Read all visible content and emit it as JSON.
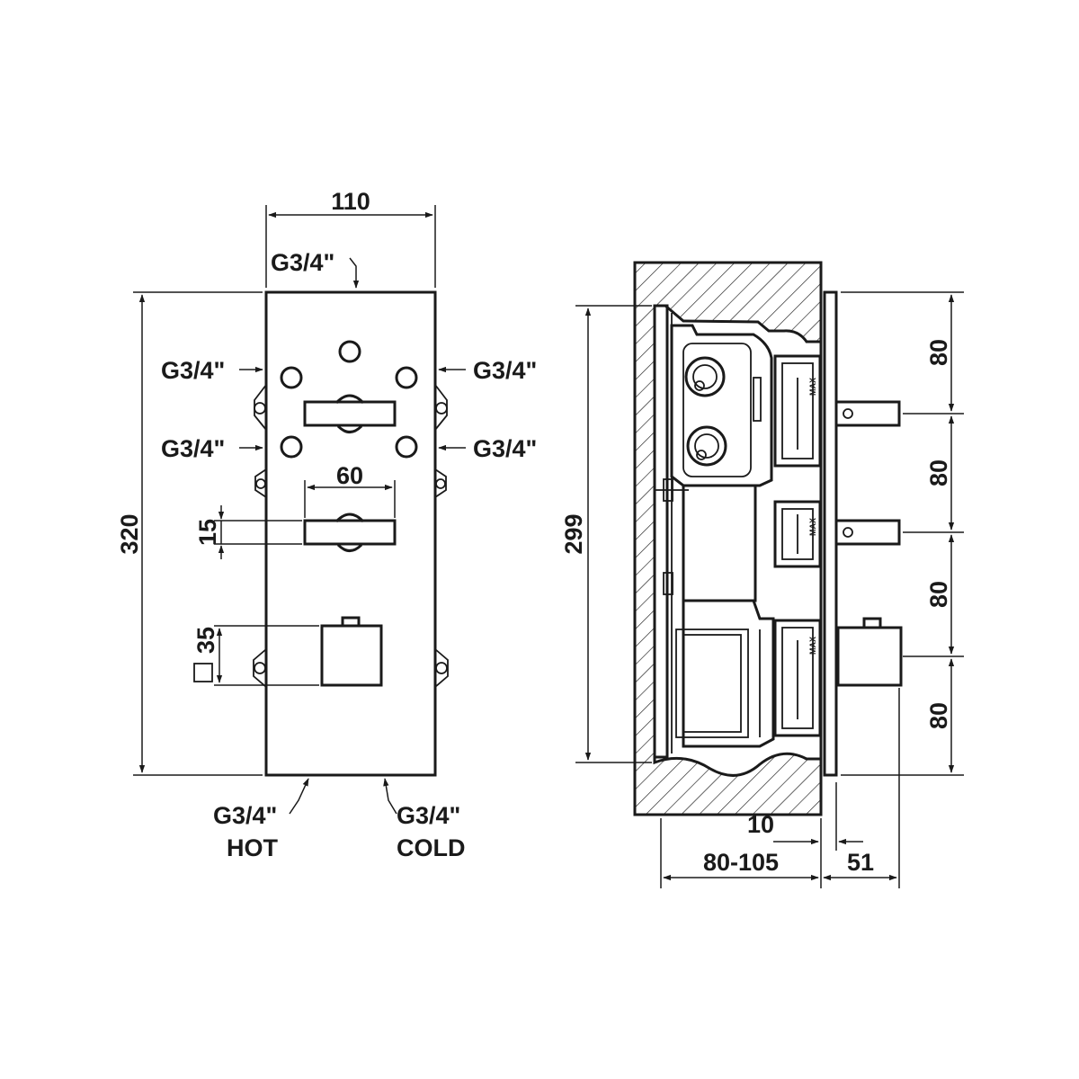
{
  "front_view": {
    "width_dim": "110",
    "height_dim": "320",
    "top_port": "G3/4\"",
    "left_upper_port": "G3/4\"",
    "left_lower_port": "G3/4\"",
    "right_upper_port": "G3/4\"",
    "right_lower_port": "G3/4\"",
    "handle_width_dim": "60",
    "handle_height_dim": "15",
    "knob_dim": "35",
    "hot_port": "G3/4\"",
    "hot_label": "HOT",
    "cold_port": "G3/4\"",
    "cold_label": "COLD"
  },
  "side_view": {
    "body_height_dim": "299",
    "spacing_1": "80",
    "spacing_2": "80",
    "spacing_3": "80",
    "spacing_4": "80",
    "plate_dim": "10",
    "depth_dim": "80-105",
    "projection_dim": "51",
    "max_mark_1": "MAX",
    "max_mark_2": "MAX",
    "max_mark_3": "MAX"
  }
}
